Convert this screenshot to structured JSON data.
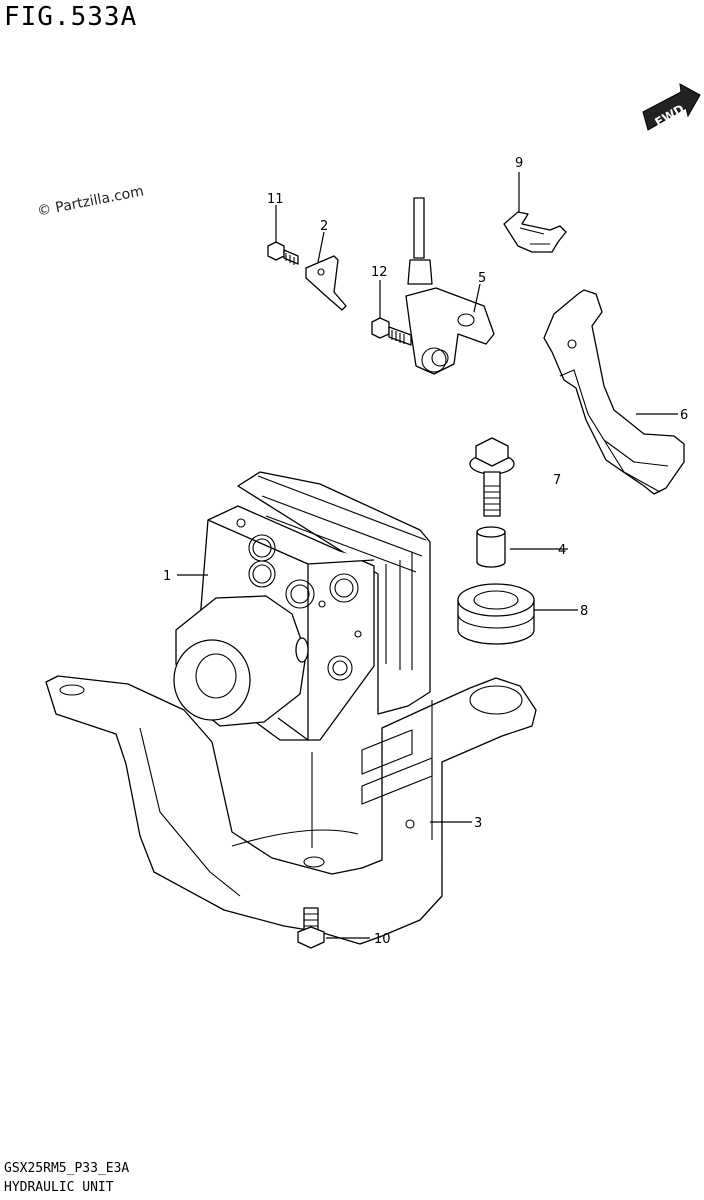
{
  "figure": {
    "title": "FIG.533A",
    "watermark": "© Partzilla.com",
    "forward_label": "FWD",
    "code": "GSX25RM5_P33_E3A",
    "subtitle": "HYDRAULIC UNIT"
  },
  "callouts": [
    "1",
    "2",
    "3",
    "4",
    "5",
    "6",
    "7",
    "8",
    "9",
    "10",
    "11",
    "12"
  ]
}
